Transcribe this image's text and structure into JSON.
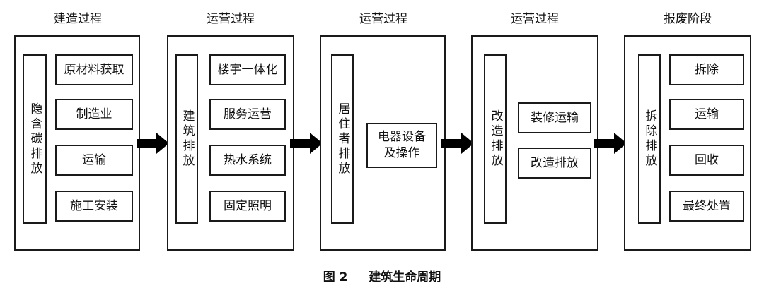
{
  "stages": [
    {
      "title": "建造过程",
      "side_label": "隐含碳排放",
      "items": [
        "原材料获取",
        "制造业",
        "运输",
        "施工安装"
      ]
    },
    {
      "title": "运营过程",
      "side_label": "建筑排放",
      "items": [
        "楼宇一体化",
        "服务运营",
        "热水系统",
        "固定照明"
      ]
    },
    {
      "title": "运营过程",
      "side_label": "居住者排放",
      "items": [
        "电器设备\n及操作"
      ]
    },
    {
      "title": "运营过程",
      "side_label": "改造排放",
      "items": [
        "装修运输",
        "改造排放"
      ]
    },
    {
      "title": "报废阶段",
      "side_label": "拆除排放",
      "items": [
        "拆除",
        "运输",
        "回收",
        "最终处置"
      ]
    }
  ],
  "caption": {
    "figure_no": "图 2",
    "title": "建筑生命周期"
  }
}
